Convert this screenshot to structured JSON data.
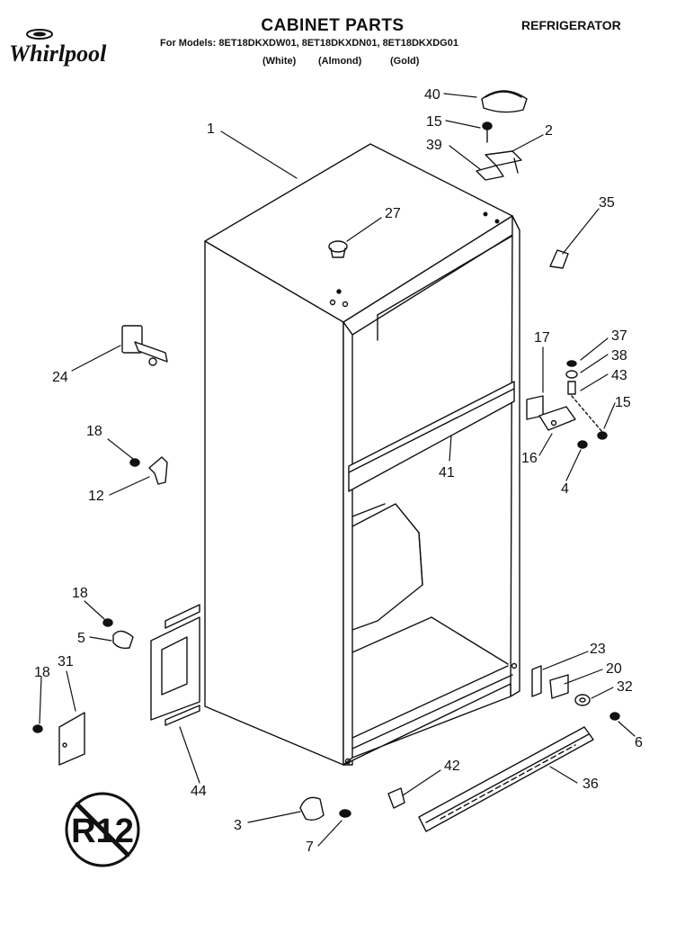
{
  "header": {
    "title": "CABINET PARTS",
    "category": "REFRIGERATOR",
    "models": "For Models: 8ET18DKXDW01, 8ET18DKXDN01, 8ET18DKXDG01",
    "colors": [
      "(White)",
      "(Almond)",
      "(Gold)"
    ]
  },
  "logo": {
    "text": "Whirlpool"
  },
  "badge": {
    "text": "R12"
  },
  "callouts": [
    {
      "id": "c40",
      "label": "40"
    },
    {
      "id": "c15a",
      "label": "15"
    },
    {
      "id": "c2",
      "label": "2"
    },
    {
      "id": "c39",
      "label": "39"
    },
    {
      "id": "c1",
      "label": "1"
    },
    {
      "id": "c27",
      "label": "27"
    },
    {
      "id": "c35",
      "label": "35"
    },
    {
      "id": "c24",
      "label": "24"
    },
    {
      "id": "c17",
      "label": "17"
    },
    {
      "id": "c37",
      "label": "37"
    },
    {
      "id": "c38",
      "label": "38"
    },
    {
      "id": "c43",
      "label": "43"
    },
    {
      "id": "c15b",
      "label": "15"
    },
    {
      "id": "c18a",
      "label": "18"
    },
    {
      "id": "c12",
      "label": "12"
    },
    {
      "id": "c16",
      "label": "16"
    },
    {
      "id": "c41",
      "label": "41"
    },
    {
      "id": "c4",
      "label": "4"
    },
    {
      "id": "c18b",
      "label": "18"
    },
    {
      "id": "c5",
      "label": "5"
    },
    {
      "id": "c18c",
      "label": "18"
    },
    {
      "id": "c31",
      "label": "31"
    },
    {
      "id": "c23",
      "label": "23"
    },
    {
      "id": "c20",
      "label": "20"
    },
    {
      "id": "c32",
      "label": "32"
    },
    {
      "id": "c6",
      "label": "6"
    },
    {
      "id": "c42",
      "label": "42"
    },
    {
      "id": "c36",
      "label": "36"
    },
    {
      "id": "c44",
      "label": "44"
    },
    {
      "id": "c3",
      "label": "3"
    },
    {
      "id": "c7",
      "label": "7"
    }
  ]
}
